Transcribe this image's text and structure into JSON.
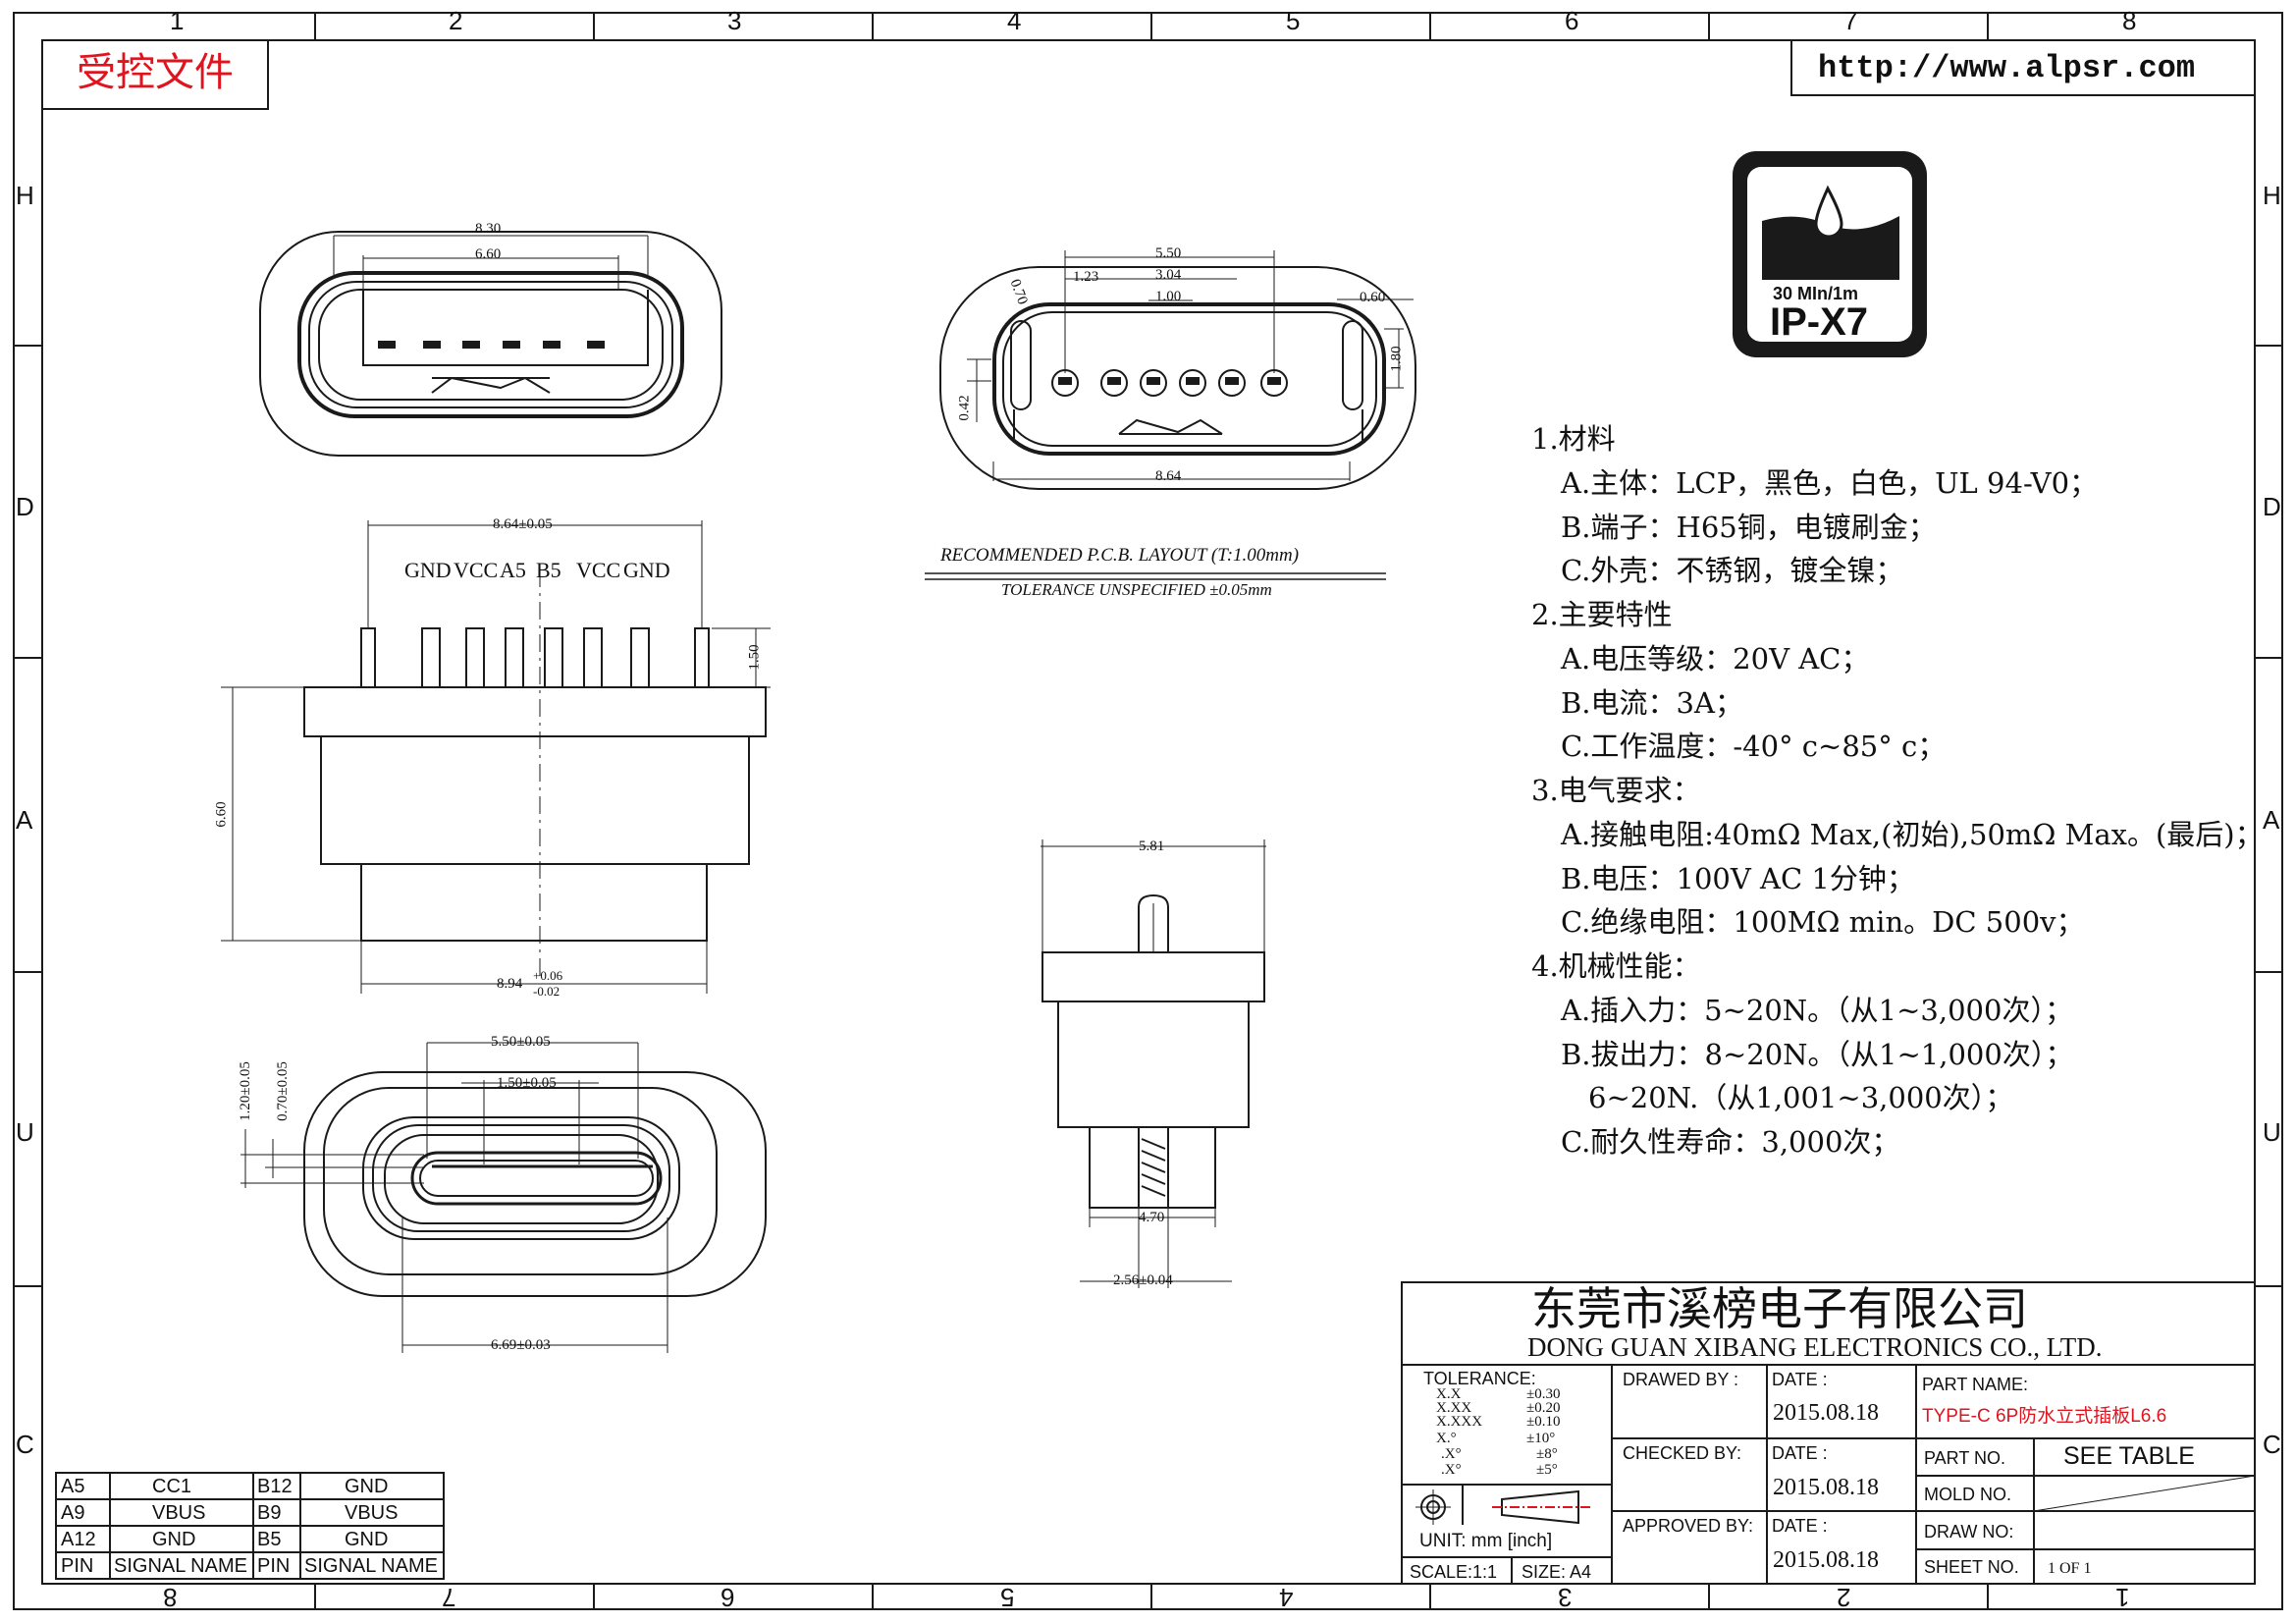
{
  "header": {
    "controlled_doc": "受控文件",
    "website": "http://www.alpsr.com"
  },
  "border": {
    "top_cols": [
      "1",
      "2",
      "3",
      "4",
      "5",
      "6",
      "7",
      "8"
    ],
    "bottom_cols": [
      "8",
      "7",
      "6",
      "5",
      "4",
      "3",
      "2",
      "1"
    ],
    "side_rows": [
      "H",
      "D",
      "A",
      "U",
      "C"
    ]
  },
  "ip_badge": {
    "depth": "30 MIn/1m",
    "rating": "IP-X7"
  },
  "dimensions": {
    "top_front_outer": "8.30",
    "top_front_inner": "6.60",
    "pcb_550": "5.50",
    "pcb_123": "1.23",
    "pcb_304": "3.04",
    "pcb_100": "1.00",
    "pcb_070": "0.70",
    "pcb_060": "0.60",
    "pcb_180": "1.80",
    "pcb_042": "0.42",
    "pcb_864": "8.64",
    "side_864": "8.64±0.05",
    "side_150": "1.50",
    "side_660": "6.60",
    "side_894": "8.94",
    "side_894_tol_plus": "+0.06",
    "side_894_tol_minus": "-0.02",
    "bottom_550": "5.50±0.05",
    "bottom_150": "1.50±0.05",
    "bottom_120": "1.20±0.05",
    "bottom_070": "0.70±0.05",
    "bottom_669": "6.69±0.03",
    "end_581": "5.81",
    "end_470": "4.70",
    "end_256": "2.56±0.04"
  },
  "pin_labels": [
    "GND",
    "VCC",
    "A5",
    "B5",
    "VCC",
    "GND"
  ],
  "pcb_note": {
    "title": "RECOMMENDED   P.C.B.  LAYOUT  (T:1.00mm)",
    "tolerance": "TOLERANCE UNSPECIFIED  ±0.05mm"
  },
  "specs": [
    "1.材料",
    "A.主体：LCP，黑色，白色，UL 94-V0；",
    "B.端子：H65铜，电镀刷金；",
    "C.外壳：不锈钢，镀全镍；",
    "2.主要特性",
    "A.电压等级：20V AC；",
    "B.电流：3A；",
    "C.工作温度：-40° c~85° c；",
    "3.电气要求：",
    "A.接触电阻:40mΩ Max,(初始),50mΩ Max。(最后)；",
    "B.电压：100V AC 1分钟；",
    "C.绝缘电阻：100MΩ min。DC 500v；",
    "4.机械性能：",
    "A.插入力：5~20N。（从1~3,000次）；",
    "B.拔出力：8~20N。（从1~1,000次）；",
    "6~20N.（从1,001~3,000次）；",
    "C.耐久性寿命：3,000次；"
  ],
  "signal_table": {
    "rows": [
      [
        "A5",
        "CC1",
        "B12",
        "GND"
      ],
      [
        "A9",
        "VBUS",
        "B9",
        "VBUS"
      ],
      [
        "A12",
        "GND",
        "B5",
        "GND"
      ],
      [
        "PIN",
        "SIGNAL NAME",
        "PIN",
        "SIGNAL NAME"
      ]
    ]
  },
  "title_block": {
    "company_cn": "东莞市溪榜电子有限公司",
    "company_en": "DONG GUAN XIBANG ELECTRONICS CO., LTD.",
    "tolerance_label": "TOLERANCE:",
    "tolerances": [
      [
        "X.X",
        "±0.30"
      ],
      [
        "X.XX",
        "±0.20"
      ],
      [
        "X.XXX",
        "±0.10"
      ],
      [
        "X.°",
        "±10°"
      ],
      [
        ".X°",
        "±8°"
      ],
      [
        ".X°",
        "±5°"
      ]
    ],
    "unit": "UNIT:  mm  [inch]",
    "scale": "SCALE:1:1",
    "size": "SIZE: A4",
    "drawn_by": "DRAWED BY :",
    "checked_by": "CHECKED BY:",
    "approved_by": "APPROVED BY:",
    "date_label": "DATE :",
    "date_drawn": "2015.08.18",
    "date_checked": "2015.08.18",
    "date_approved": "2015.08.18",
    "part_name_label": "PART  NAME:",
    "part_name": "TYPE-C 6P防水立式插板L6.6",
    "part_no_label": "PART  NO.",
    "part_no": "SEE TABLE",
    "mold_no_label": "MOLD  NO.",
    "draw_no_label": "DRAW  NO:",
    "sheet_no_label": "SHEET NO.",
    "sheet": "1 OF 1"
  },
  "colors": {
    "line": "#1a1a1a",
    "red": "#e0141e"
  }
}
